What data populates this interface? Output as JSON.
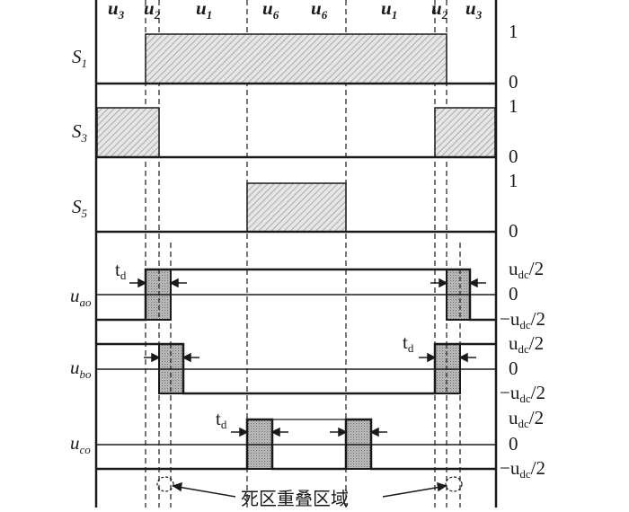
{
  "sectors": {
    "left": [
      {
        "main": "u",
        "sub": "3"
      },
      {
        "main": "u",
        "sub": "2"
      },
      {
        "main": "u",
        "sub": "1"
      },
      {
        "main": "u",
        "sub": "6"
      }
    ],
    "right": [
      {
        "main": "u",
        "sub": "6"
      },
      {
        "main": "u",
        "sub": "1"
      },
      {
        "main": "u",
        "sub": "2"
      },
      {
        "main": "u",
        "sub": "3"
      }
    ]
  },
  "switches": [
    {
      "main": "S",
      "sub": "1",
      "high": "1",
      "low": "0"
    },
    {
      "main": "S",
      "sub": "3",
      "high": "1",
      "low": "0"
    },
    {
      "main": "S",
      "sub": "5",
      "high": "1",
      "low": "0"
    }
  ],
  "phases": [
    {
      "main": "u",
      "sub": "ao"
    },
    {
      "main": "u",
      "sub": "bo"
    },
    {
      "main": "u",
      "sub": "co"
    }
  ],
  "levels": {
    "pos_prefix": "u",
    "pos_sub": "dc",
    "pos_suffix": "/2",
    "zero": "0",
    "neg_prefix": "−u",
    "neg_sub": "dc",
    "neg_suffix": "/2"
  },
  "td": {
    "main": "t",
    "sub": "d"
  },
  "caption": "死区重叠区域",
  "colors": {
    "ink": "#1a1a1a",
    "hatch": "#9a9a9a",
    "stipple": "#7a7a7a"
  }
}
